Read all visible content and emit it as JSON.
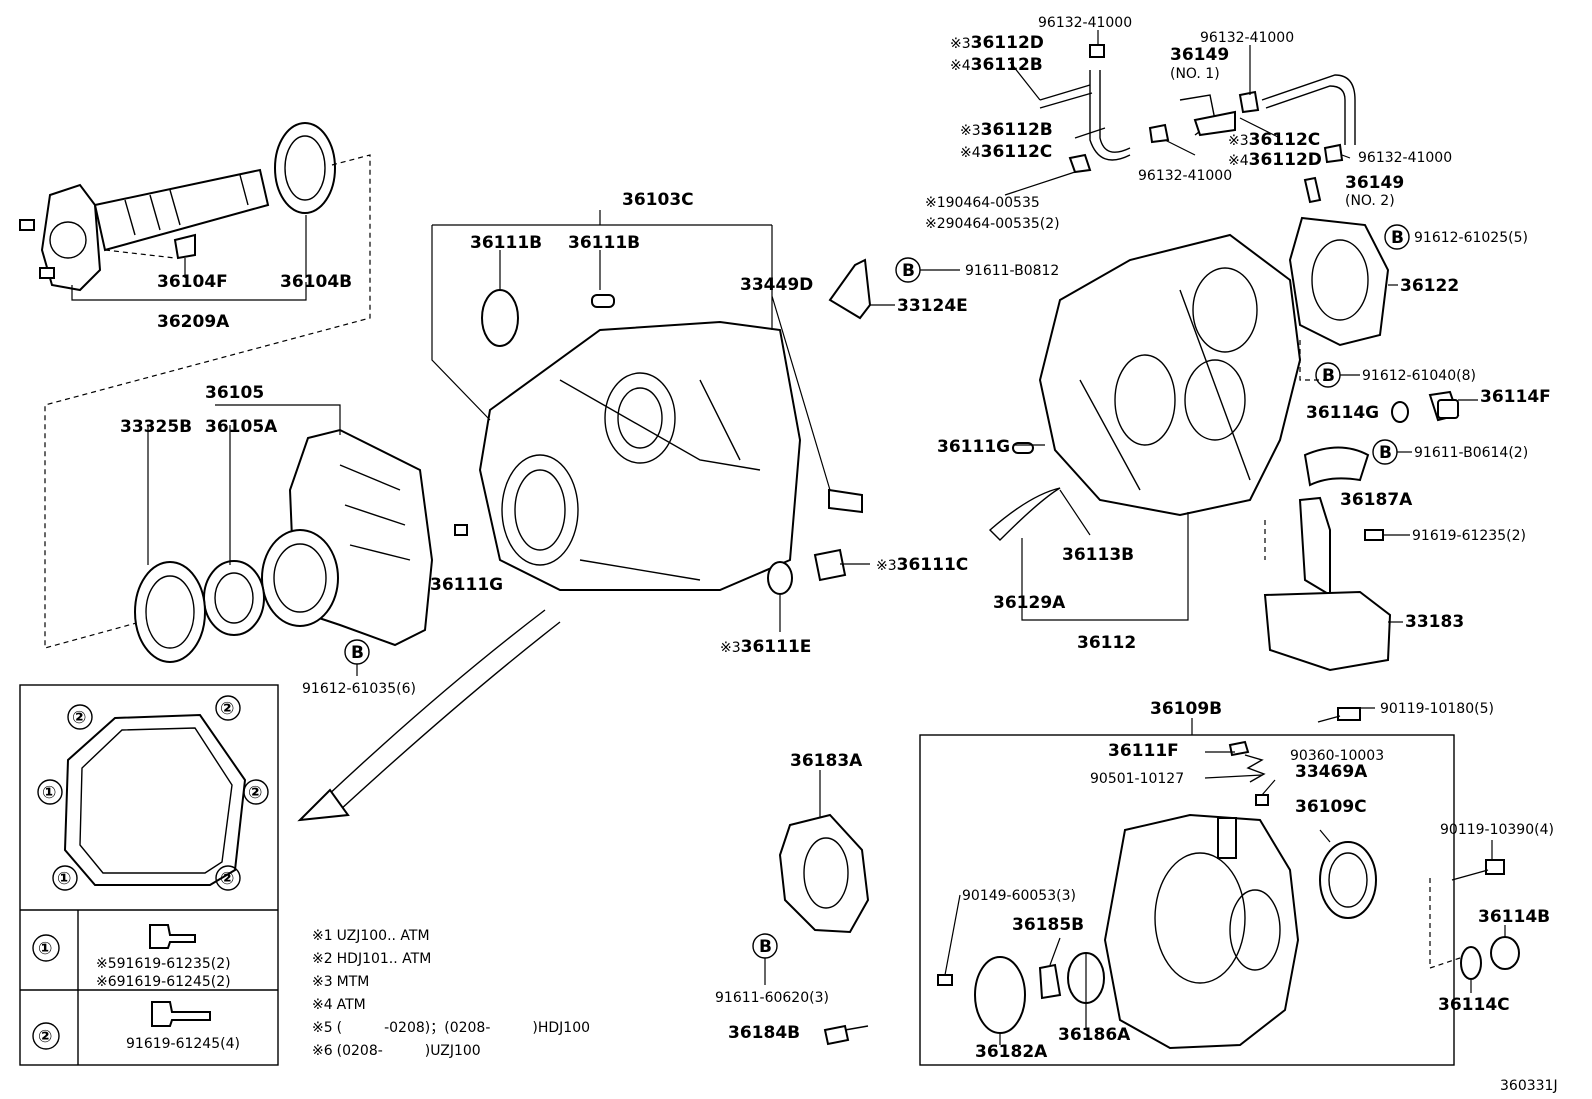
{
  "drawing_id": "360331J",
  "labels": {
    "p36209A": "36209A",
    "p36104F": "36104F",
    "p36104B": "36104B",
    "p36105": "36105",
    "p33325B": "33325B",
    "p36105A": "36105A",
    "p91612_61035": "91612-61035(6)",
    "p36103C": "36103C",
    "p36111B_1": "36111B",
    "p36111B_2": "36111B",
    "p33449D": "33449D",
    "p36111G_1": "36111G",
    "p36111E": "36111E",
    "p36111C": "36111C",
    "p91611_B0812": "91611-B0812",
    "p33124E": "33124E",
    "p96132_a": "96132-41000",
    "p36112D": "36112D",
    "p36112B_a": "36112B",
    "p36149_1": "36149",
    "p36149_1_sub": "(NO. 1)",
    "p96132_b": "96132-41000",
    "p36112B_b": "36112B",
    "p36112C_a": "36112C",
    "p96132_c": "96132-41000",
    "p36112C_b": "36112C",
    "p36112D_b": "36112D",
    "p96132_d": "96132-41000",
    "p90464_1": "90464-00535",
    "p90464_2": "90464-00535(2)",
    "p36149_2": "36149",
    "p36149_2_sub": "(NO. 2)",
    "p91612_61025": "91612-61025(5)",
    "p36122": "36122",
    "p91612_61040": "91612-61040(8)",
    "p36114G": "36114G",
    "p36114F": "36114F",
    "p91611_B0614": "91611-B0614(2)",
    "p36187A": "36187A",
    "p91619_61235": "91619-61235(2)",
    "p33183": "33183",
    "p36111G_2": "36111G",
    "p36113B": "36113B",
    "p36129A": "36129A",
    "p36112": "36112",
    "p36109B": "36109B",
    "p90119_10180": "90119-10180(5)",
    "p36111F": "36111F",
    "p90360": "90360-10003",
    "p90501": "90501-10127",
    "p33469A": "33469A",
    "p36109C": "36109C",
    "p90119_10390": "90119-10390(4)",
    "p36114B": "36114B",
    "p36114C": "36114C",
    "p90149": "90149-60053(3)",
    "p36185B": "36185B",
    "p36186A": "36186A",
    "p36182A": "36182A",
    "p36183A": "36183A",
    "p91611_60620": "91611-60620(3)",
    "p36184B": "36184B"
  },
  "markers": {
    "b": "B",
    "n1": "①",
    "n2": "②",
    "x1": "※1",
    "x2": "※2",
    "x3": "※3",
    "x4": "※4",
    "x5": "※5",
    "x6": "※6"
  },
  "bolt_table": {
    "row1_key": "①",
    "row1_a": "91619-61235(2)",
    "row1_b": "91619-61245(2)",
    "row2_key": "②",
    "row2_a": "91619-61245(4)"
  },
  "notes": [
    {
      "mark": "※1",
      "text": "UZJ100.. ATM"
    },
    {
      "mark": "※2",
      "text": "HDJ101.. ATM"
    },
    {
      "mark": "※3",
      "text": "MTM"
    },
    {
      "mark": "※4",
      "text": "ATM"
    },
    {
      "mark": "※5",
      "text": "(　　　-0208)；(0208-　　　)HDJ100"
    },
    {
      "mark": "※6",
      "text": "(0208-　　　)UZJ100"
    }
  ]
}
